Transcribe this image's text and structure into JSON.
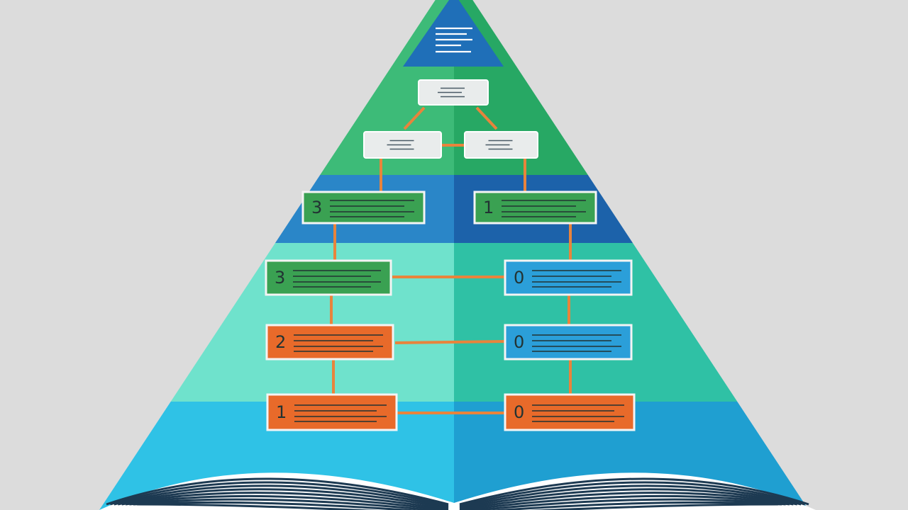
{
  "background": "#dcdcdc",
  "colors": {
    "tier1_left": "#3dbb78",
    "tier1_right": "#27a864",
    "apex": "#1f6fb8",
    "tier2_left": "#2a86c8",
    "tier2_right": "#1c62aa",
    "tier3_left": "#6fe2cc",
    "tier3_right": "#2fc1a5",
    "tier4_left": "#2fc2e6",
    "tier4_right": "#1f9fd1",
    "connector": "#e8843c",
    "white_box": "#e9ecec",
    "green_box": "#3aa152",
    "orange_box": "#e86a2a",
    "blue_box": "#2b9fd9",
    "text_dark": "#233",
    "book_line": "#1d3a52"
  },
  "diagram": {
    "apex_icon": "document-lines-icon",
    "white_boxes": [
      {
        "id": "top-box"
      },
      {
        "id": "mid-left-box"
      },
      {
        "id": "mid-right-box"
      }
    ],
    "left_column": [
      {
        "number": "3",
        "color": "green"
      },
      {
        "number": "3",
        "color": "green"
      },
      {
        "number": "2",
        "color": "orange"
      },
      {
        "number": "1",
        "color": "orange"
      }
    ],
    "right_column": [
      {
        "number": "1",
        "color": "green"
      },
      {
        "number": "0",
        "color": "blue"
      },
      {
        "number": "0",
        "color": "blue"
      },
      {
        "number": "0",
        "color": "orange"
      }
    ],
    "base_icon": "open-book-icon"
  }
}
